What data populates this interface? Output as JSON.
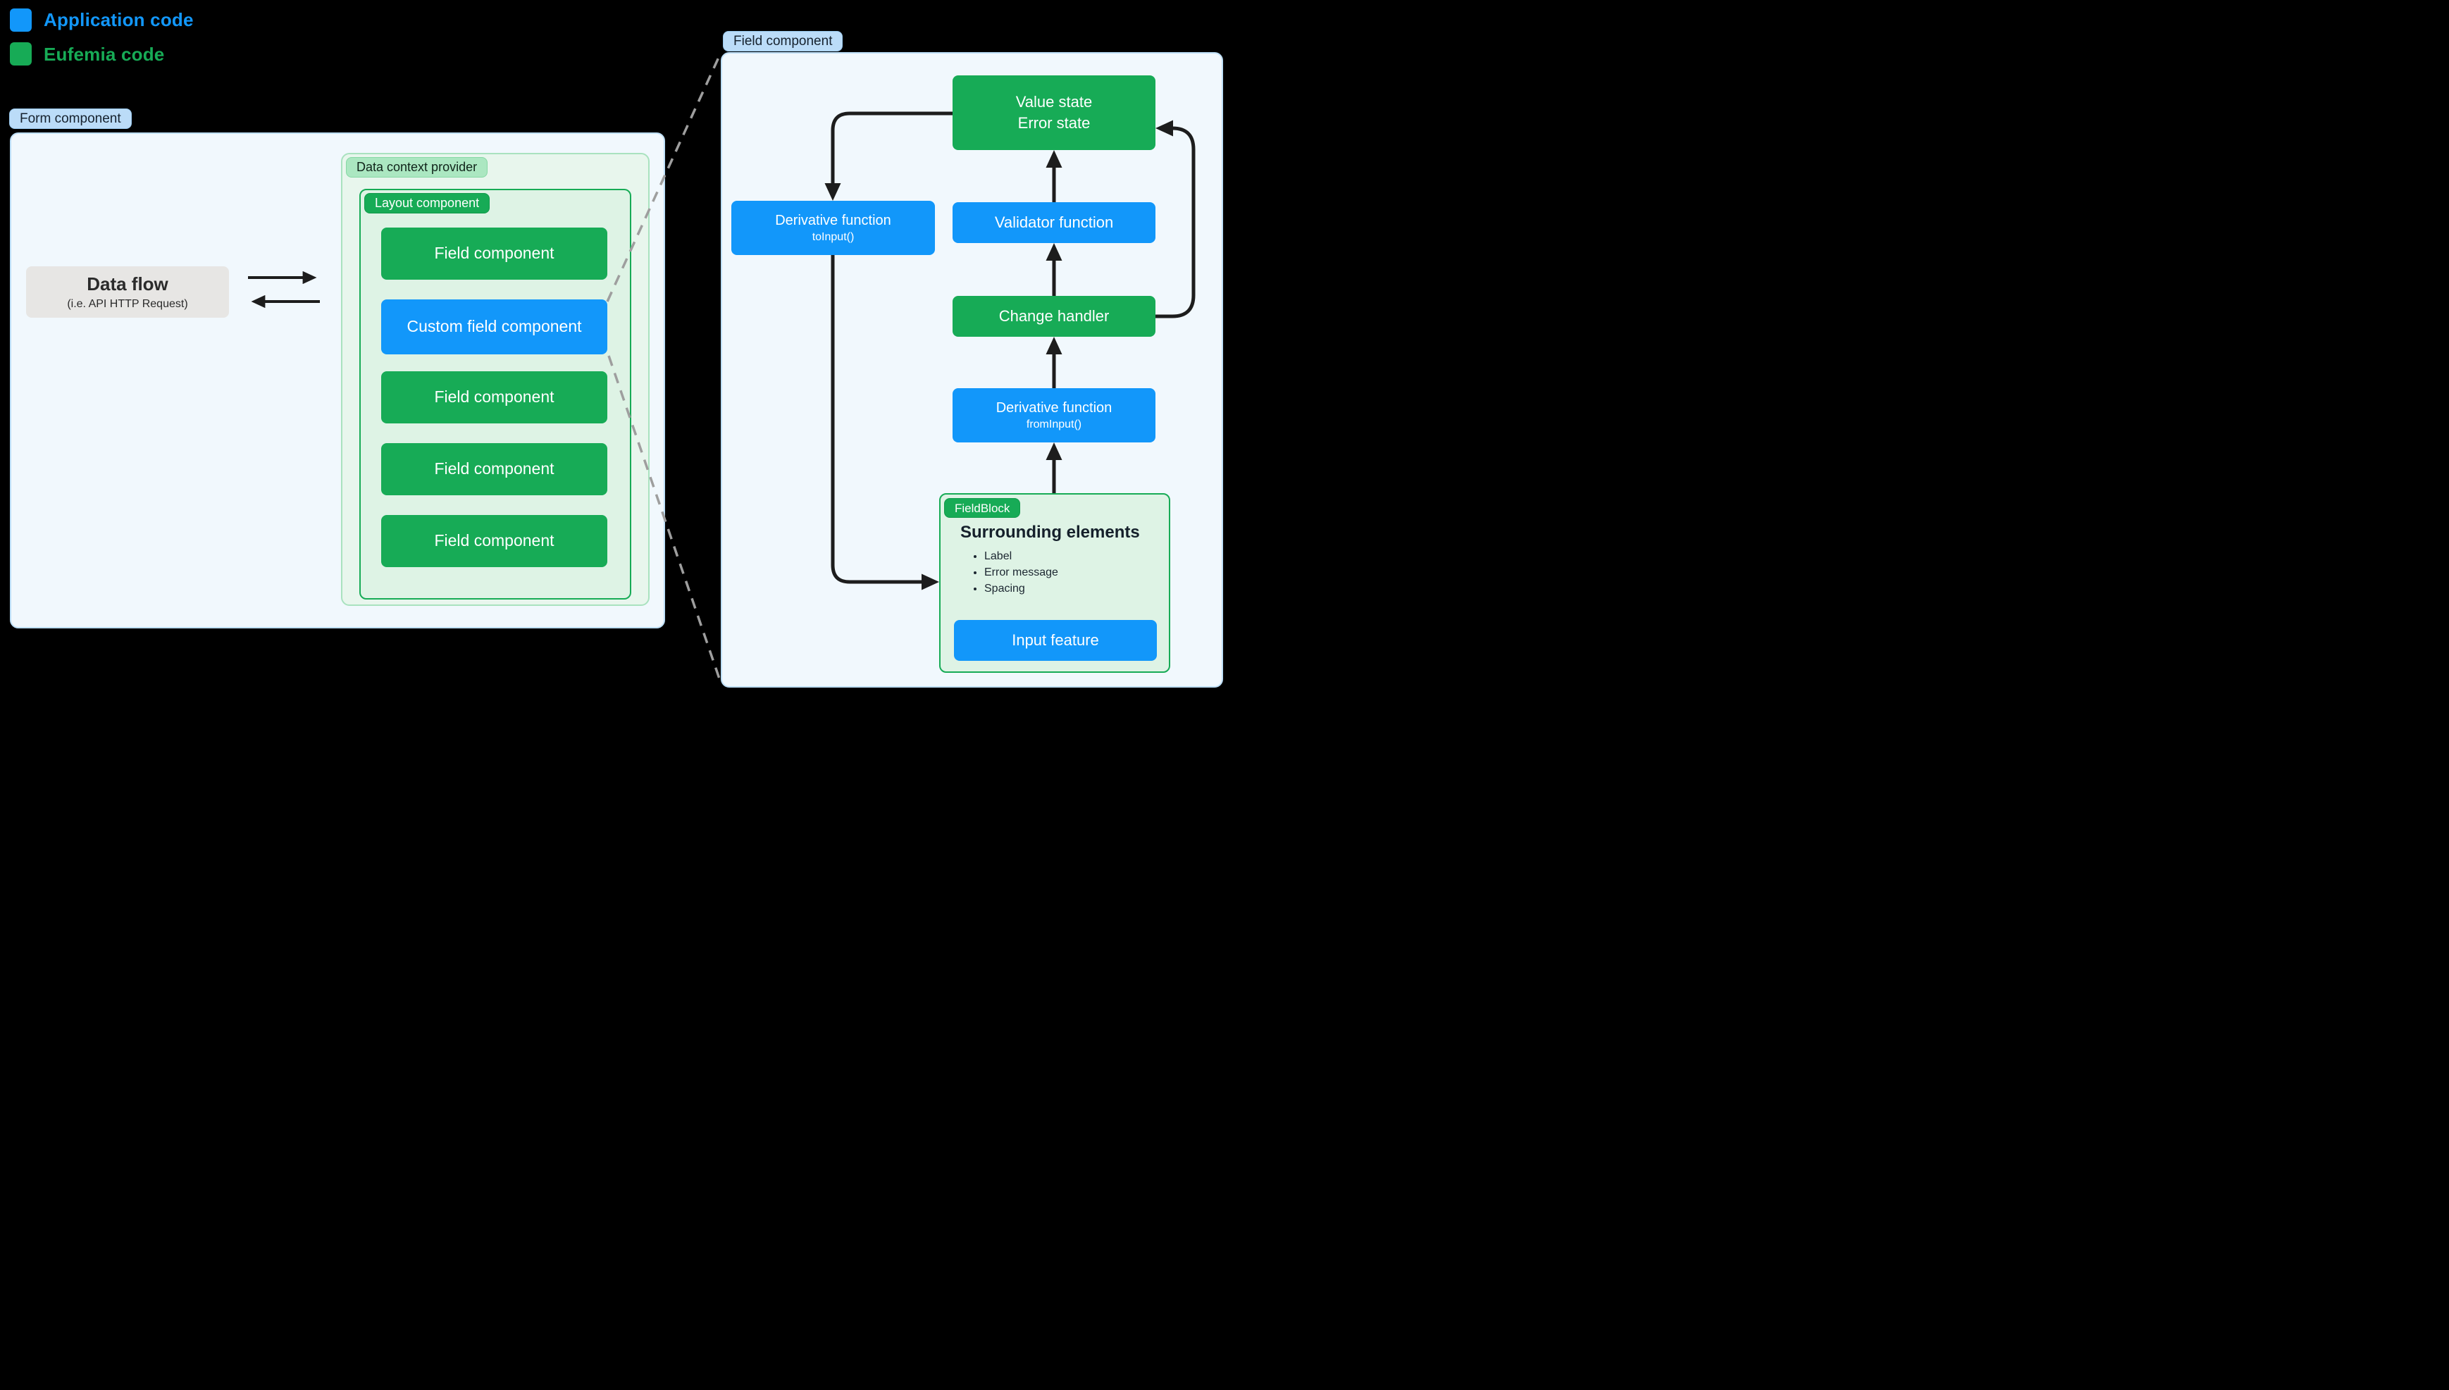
{
  "legend": {
    "items": [
      {
        "label": "Application code",
        "swatch": "blue-square-swatch",
        "color": "#1297FA"
      },
      {
        "label": "Eufemia code",
        "swatch": "green-square-swatch",
        "color": "#17AB56"
      }
    ]
  },
  "form_panel": {
    "tag": "Form component",
    "data_flow": {
      "title": "Data flow",
      "subtitle": "(i.e. API HTTP Request)"
    },
    "data_context": {
      "tag": "Data context provider",
      "layout": {
        "tag": "Layout component",
        "items": [
          {
            "label": "Field component",
            "type": "eufemia"
          },
          {
            "label": "Custom field component",
            "type": "application"
          },
          {
            "label": "Field component",
            "type": "eufemia"
          },
          {
            "label": "Field component",
            "type": "eufemia"
          },
          {
            "label": "Field component",
            "type": "eufemia"
          }
        ]
      }
    }
  },
  "field_panel": {
    "tag": "Field component",
    "nodes": {
      "value_state": {
        "line1": "Value state",
        "line2": "Error state"
      },
      "derivative_to_input": {
        "title": "Derivative function",
        "subtitle": "toInput()"
      },
      "validator": {
        "label": "Validator function"
      },
      "change_handler": {
        "label": "Change handler"
      },
      "derivative_from_input": {
        "title": "Derivative function",
        "subtitle": "fromInput()"
      },
      "field_block": {
        "tag": "FieldBlock",
        "heading": "Surrounding elements",
        "bullets": [
          "Label",
          "Error message",
          "Spacing"
        ],
        "input_feature": {
          "label": "Input feature"
        }
      }
    }
  },
  "colors": {
    "application_blue": "#1297FA",
    "eufemia_green": "#17AB56",
    "label_pill_blue_bg": "#BBDCF8",
    "panel_bg": "#F1F8FD",
    "panel_border": "#BEDFF7",
    "context_bg": "#E8F6ED",
    "context_border": "#A9E2BF",
    "context_pill_bg": "#ABE7C1",
    "inner_green_bg": "#DEF3E5",
    "gray_box_bg": "#E7E6E4",
    "arrow": "#1D1D1D",
    "dashed_line": "#9E9E9E",
    "background": "#000000"
  }
}
